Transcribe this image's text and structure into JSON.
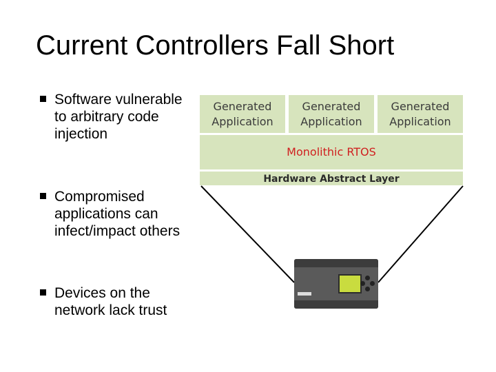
{
  "slide": {
    "title": "Current Controllers Fall Short",
    "bullets": [
      "Software vulnerable to arbitrary code injection",
      "Compromised applications can infect/impact others",
      "Devices on the network lack trust"
    ]
  },
  "diagram": {
    "applications": [
      {
        "line1": "Generated",
        "line2": "Application"
      },
      {
        "line1": "Generated",
        "line2": "Application"
      },
      {
        "line1": "Generated",
        "line2": "Application"
      }
    ],
    "rtos_label": "Monolithic RTOS",
    "hal_label": "Hardware Abstract Layer",
    "colors": {
      "layer_fill": "#d7e4bd",
      "rtos_text": "#d01f1f",
      "device_screen": "#c9dc3f"
    },
    "device_icon": "plc-controller-icon"
  }
}
